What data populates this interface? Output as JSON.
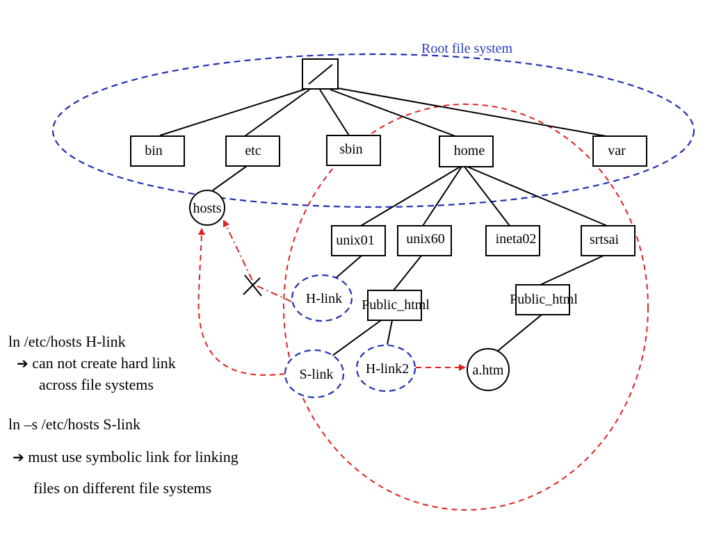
{
  "diagram": {
    "region_label": "Root file system",
    "root_symbol": "/",
    "nodes": {
      "bin": "bin",
      "etc": "etc",
      "sbin": "sbin",
      "home": "home",
      "var": "var",
      "hosts": "hosts",
      "unix01": "unix01",
      "unix60": "unix60",
      "ineta02": "ineta02",
      "srtsai": "srtsai",
      "public_html_1": "Public_html",
      "public_html_2": "Public_html",
      "hlink": "H-link",
      "slink": "S-link",
      "hlink2": "H-link2",
      "ahtm": "a.htm"
    },
    "colors": {
      "blue_dash": "#1f2fb0",
      "red_dash": "#e0201e",
      "line": "#000000"
    }
  },
  "notes": {
    "cmd1": "ln  /etc/hosts  H-link",
    "cmd1_arrow": "➔",
    "cmd1_result_line1": "can not create hard link",
    "cmd1_result_line2": "across file systems",
    "cmd2": "ln –s  /etc/hosts  S-link",
    "cmd2_arrow": "➔",
    "cmd2_result_line1": "must use symbolic link for linking",
    "cmd2_result_line2": "files on different file systems"
  }
}
